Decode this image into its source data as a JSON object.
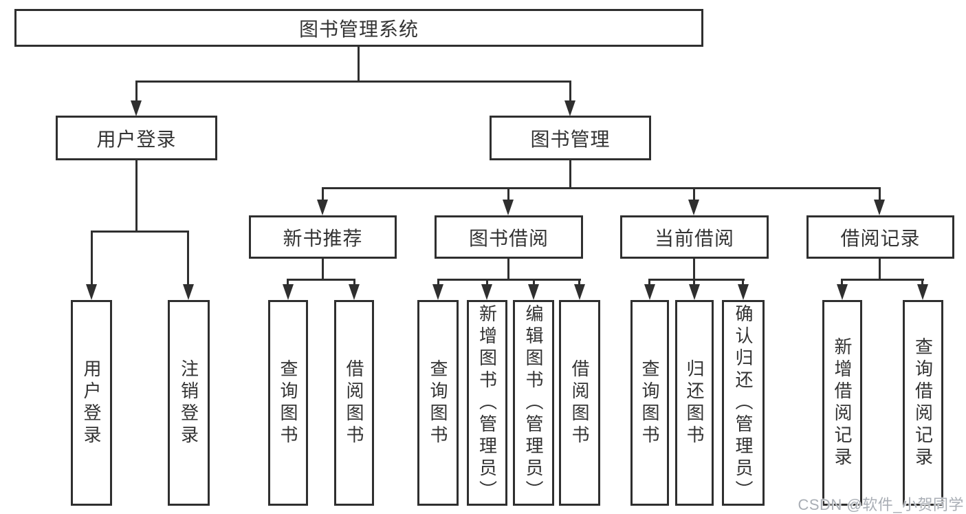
{
  "tree": {
    "label": "图书管理系统",
    "children": [
      {
        "label": "用户登录",
        "children": [
          {
            "label": "用户登录"
          },
          {
            "label": "注销登录"
          }
        ]
      },
      {
        "label": "图书管理",
        "children": [
          {
            "label": "新书推荐",
            "children": [
              {
                "label": "查询图书"
              },
              {
                "label": "借阅图书"
              }
            ]
          },
          {
            "label": "图书借阅",
            "children": [
              {
                "label": "查询图书"
              },
              {
                "label": "新增图书（管理员）"
              },
              {
                "label": "编辑图书（管理员）"
              },
              {
                "label": "借阅图书"
              }
            ]
          },
          {
            "label": "当前借阅",
            "children": [
              {
                "label": "查询图书"
              },
              {
                "label": "归还图书"
              },
              {
                "label": "确认归还（管理员）"
              }
            ]
          },
          {
            "label": "借阅记录",
            "children": [
              {
                "label": "新增借阅记录"
              },
              {
                "label": "查询借阅记录"
              }
            ]
          }
        ]
      }
    ]
  },
  "watermark": {
    "text": "CSDN @软件_小贺同学"
  },
  "colors": {
    "line": "#2f2f2f",
    "text": "#333333",
    "watermark": "#a9aeb5",
    "background": "#ffffff"
  }
}
